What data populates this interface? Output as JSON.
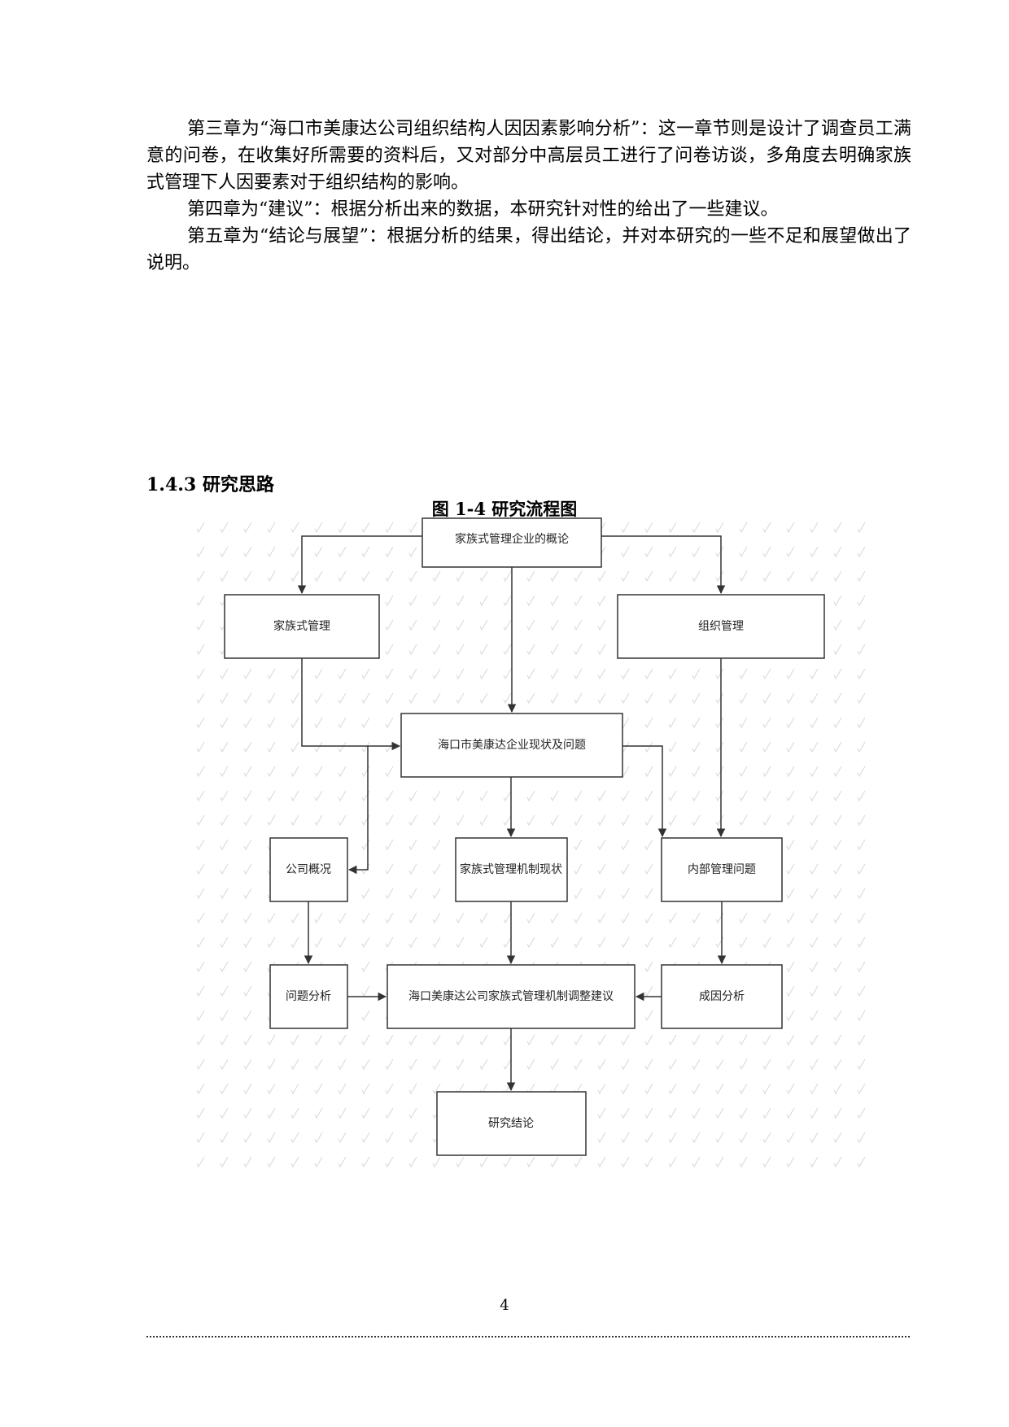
{
  "body": {
    "p1": "第三章为“海口市美康达公司组织结构人因因素影响分析”：这一章节则是设计了调查员工满意的问卷，在收集好所需要的资料后，又对部分中高层员工进行了问卷访谈，多角度去明确家族式管理下人因要素对于组织结构的影响。",
    "p2": "第四章为“建议”：根据分析出来的数据，本研究针对性的给出了一些建议。",
    "p3": "第五章为“结论与展望”：根据分析的结果，得出结论，并对本研究的一些不足和展望做出了说明。"
  },
  "section_heading": "1.4.3 研究思路",
  "figure_caption": "图 1-4 研究流程图",
  "flowchart": {
    "nodes": {
      "concept": "家族式管理企业的概论",
      "family_mgmt": "家族式管理",
      "org_mgmt": "组织管理",
      "status": "海口市美康达企业现状及问题",
      "overview": "公司概况",
      "mechanism": "家族式管理机制现状",
      "internal": "内部管理问题",
      "problem_analysis": "问题分析",
      "suggestion": "海口美康达公司家族式管理机制调整建议",
      "cause_analysis": "成因分析",
      "conclusion": "研究结论"
    }
  },
  "page_number": "4"
}
